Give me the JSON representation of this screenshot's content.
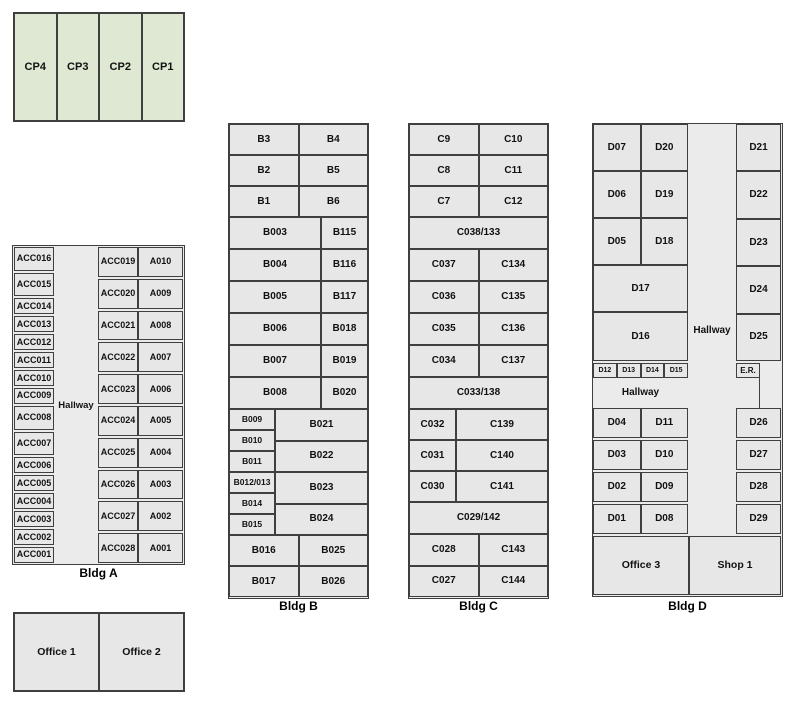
{
  "colors": {
    "background": "#ffffff",
    "room_fill": "#e7e7e7",
    "room_border": "#3f3f3f",
    "carport_fill": "#dfe8d2",
    "text": "#000000"
  },
  "carports": {
    "cells": [
      "CP4",
      "CP3",
      "CP2",
      "CP1"
    ]
  },
  "offices": {
    "cells": [
      "Office 1",
      "Office 2"
    ]
  },
  "bldg_a": {
    "label": "Bldg A",
    "hallway": "Hallway",
    "left_rooms": [
      "ACC016",
      "ACC015",
      "ACC014",
      "ACC013",
      "ACC012",
      "ACC011",
      "ACC010",
      "ACC009",
      "ACC008",
      "ACC007",
      "ACC006",
      "ACC005",
      "ACC004",
      "ACC003",
      "ACC002",
      "ACC001"
    ],
    "rows": [
      [
        "ACC019",
        "A010"
      ],
      [
        "ACC020",
        "A009"
      ],
      [
        "ACC021",
        "A008"
      ],
      [
        "ACC022",
        "A007"
      ],
      [
        "ACC023",
        "A006"
      ],
      [
        "ACC024",
        "A005"
      ],
      [
        "ACC025",
        "A004"
      ],
      [
        "ACC026",
        "A003"
      ],
      [
        "ACC027",
        "A002"
      ],
      [
        "ACC028",
        "A001"
      ]
    ]
  },
  "bldg_b": {
    "label": "Bldg B",
    "s1": [
      "B3",
      "B4",
      "B2",
      "B5",
      "B1",
      "B6"
    ],
    "s2": [
      "B003",
      "B115",
      "B004",
      "B116",
      "B005",
      "B117",
      "B006",
      "B018",
      "B007",
      "B019",
      "B008",
      "B020"
    ],
    "s3_left": [
      "B009",
      "B010",
      "B011",
      "B012/013",
      "B014",
      "B015"
    ],
    "s3_right": [
      "B021",
      "B022",
      "B023",
      "B024"
    ],
    "s4": [
      "B016",
      "B025",
      "B017",
      "B026"
    ]
  },
  "bldg_c": {
    "label": "Bldg C",
    "s1": [
      "C9",
      "C10",
      "C8",
      "C11",
      "C7",
      "C12"
    ],
    "r1": "C038/133",
    "s2": [
      "C037",
      "C134",
      "C036",
      "C135",
      "C035",
      "C136",
      "C034",
      "C137"
    ],
    "r2": "C033/138",
    "s3": [
      "C032",
      "C139",
      "C031",
      "C140",
      "C030",
      "C141"
    ],
    "r3": "C029/142",
    "s4": [
      "C028",
      "C143",
      "C027",
      "C144"
    ]
  },
  "bldg_d": {
    "label": "Bldg D",
    "top_left": [
      "D07",
      "D20",
      "D06",
      "D19",
      "D05",
      "D18"
    ],
    "d17": "D17",
    "d16": "D16",
    "right_col": [
      "D21",
      "D22",
      "D23",
      "D24",
      "D25"
    ],
    "hallway_v": "Hallway",
    "small_row": [
      "D12",
      "D13",
      "D14",
      "D15"
    ],
    "er": "E.R.",
    "hallway_h": "Hallway",
    "bottom_left": [
      "D04",
      "D11",
      "D03",
      "D10",
      "D02",
      "D09",
      "D01",
      "D08"
    ],
    "bottom_right": [
      "D26",
      "D27",
      "D28",
      "D29"
    ],
    "office": "Office 3",
    "shop": "Shop 1"
  }
}
